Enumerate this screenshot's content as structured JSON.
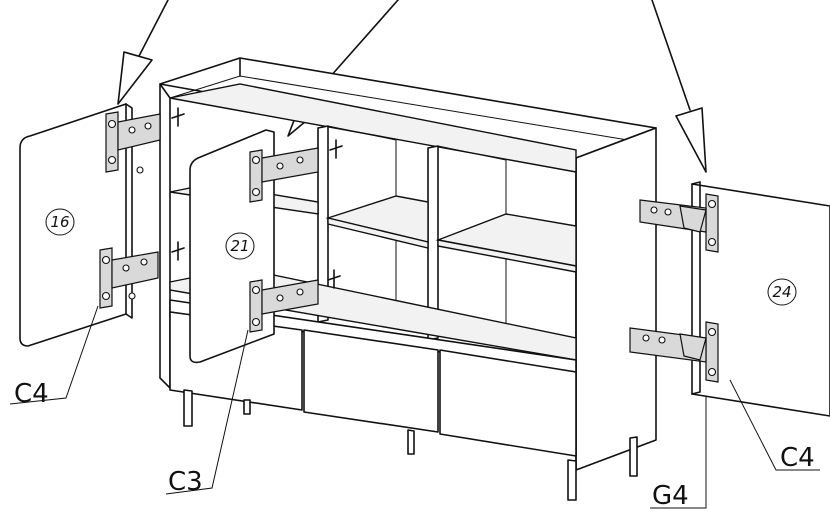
{
  "parts": {
    "door_left": "16",
    "door_middle": "21",
    "door_right": "24"
  },
  "callouts": {
    "left_bottom": "C4",
    "middle_bottom": "C3",
    "right_bottom": "C4",
    "right_connector": "G4"
  },
  "colors": {
    "line": "#111111",
    "background": "#ffffff",
    "hardware": "#d9d9d9"
  }
}
